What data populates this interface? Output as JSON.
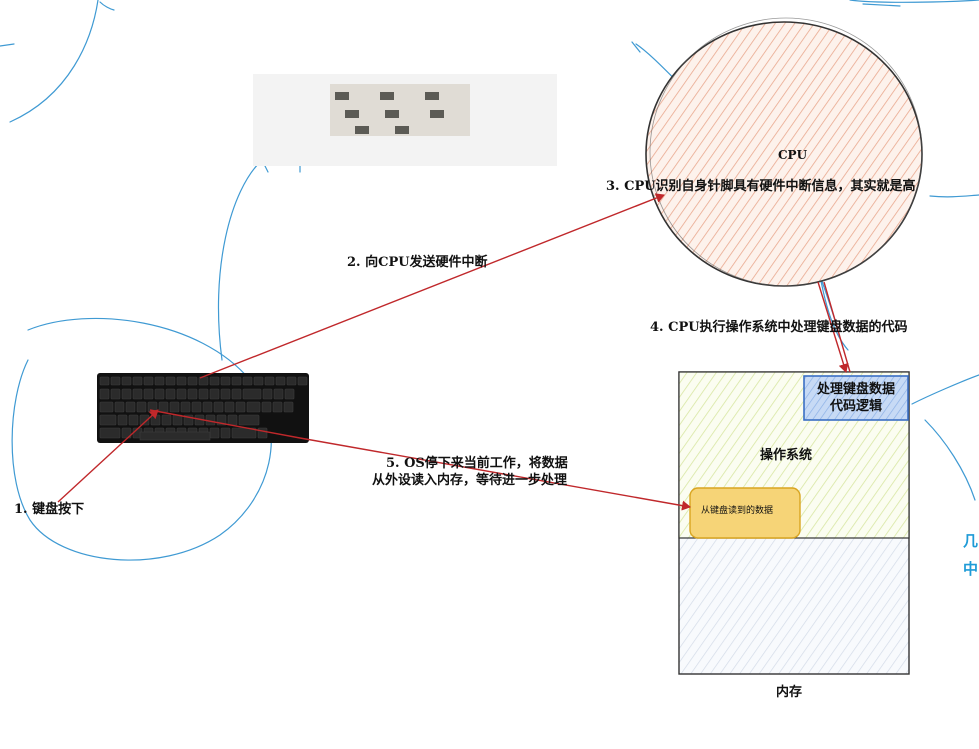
{
  "labels": {
    "step1": "1. 键盘按下",
    "step2": "2. 向CPU发送硬件中断",
    "step3": "3. CPU识别自身针脚具有硬件中断信息，其实就是高",
    "step4": "4. CPU执行操作系统中处理键盘数据的代码",
    "step5_line1": "5. OS停下来当前工作，将数据",
    "step5_line2": "从外设读入内存，等待进一步处理",
    "cpu": "CPU",
    "handler_line1": "处理键盘数据",
    "handler_line2": "代码逻辑",
    "os": "操作系统",
    "kbd_data": "从键盘读到的数据",
    "memory": "内存",
    "side_char1": "几",
    "side_char2": "中"
  },
  "colors": {
    "arrow": "#c0282b",
    "sketch": "#3f9ad3",
    "cpu_fill": "#f7d9c9",
    "cpu_stroke": "#333333",
    "os_fill": "#e8f2c2",
    "handler_fill": "#9fc2ee",
    "handler_stroke": "#3a6fc4",
    "data_fill": "#f6d477",
    "data_stroke": "#d9a521",
    "mem_fill": "#e2e8f1",
    "side_text": "#1f9bd7"
  },
  "icons": {
    "keyboard": "keyboard-icon",
    "cpu_chip": "cpu-pins-image"
  }
}
